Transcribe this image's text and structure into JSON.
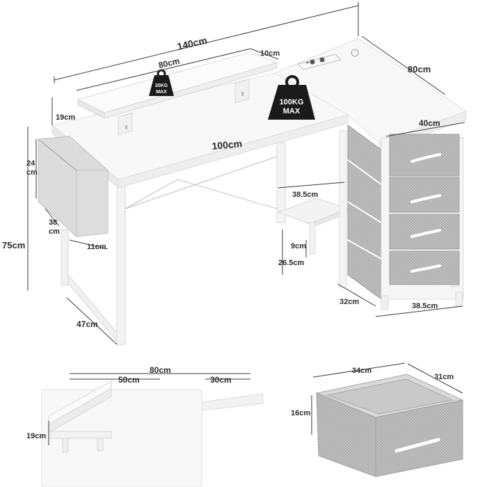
{
  "colors": {
    "desk_white": "#f7f7f7",
    "desk_edge": "#e2e2e2",
    "fabric_gray": "#b8b8b8",
    "fabric_dark": "#9a9a9a",
    "weight_badge": "#1a1a1a",
    "dimension_text": "#2b2b2b"
  },
  "badges": {
    "shelf_load": {
      "line1": "20KG",
      "line2": "MAX"
    },
    "desk_load": {
      "line1": "100KG",
      "line2": "MAX"
    }
  },
  "dimensions": {
    "total_width": "140cm",
    "shelf_width": "80cm",
    "shelf_depth": "10cm",
    "shelf_height": "19cm",
    "side_length": "80cm",
    "cabinet_width": "40cm",
    "desk_length": "100cm",
    "bag_height": "24",
    "bag_height_unit": "cm",
    "desk_height": "75cm",
    "bag_width": "38",
    "bag_width_unit": "cm",
    "bag_depth": "11cm",
    "desk_depth": "47cm",
    "inner_shelf_width": "38.5cm",
    "inner_shelf_clearance": "9cm",
    "inner_shelf_height": "26.5cm",
    "cabinet_depth": "32cm",
    "cabinet_front_width": "38.5cm"
  },
  "bottom_left": {
    "overall": "80cm",
    "left_section": "50cm",
    "right_section": "30cm",
    "shelf_height": "19cm"
  },
  "drawer": {
    "width": "34cm",
    "depth": "31cm",
    "height": "16cm"
  },
  "icons": [
    "weight-icon",
    "power-outlet-icon",
    "drawer-handle-icon"
  ]
}
